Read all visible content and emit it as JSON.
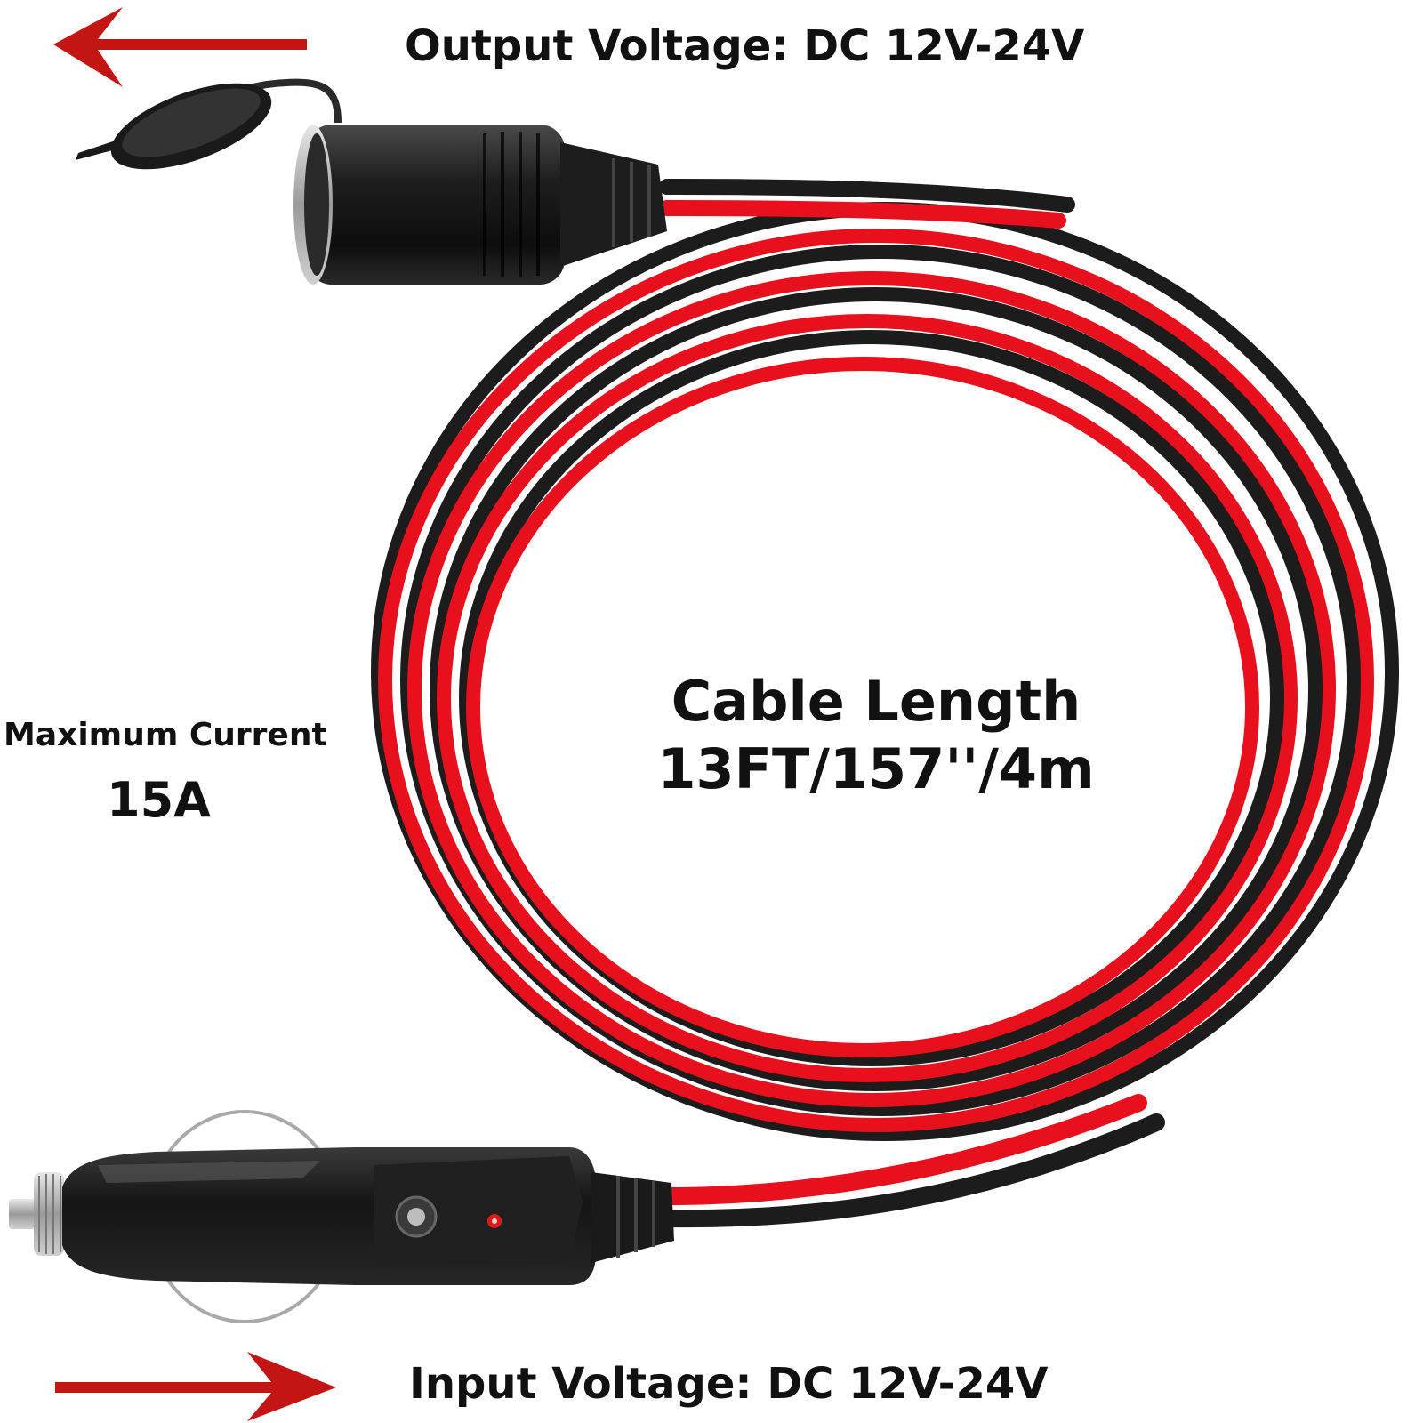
{
  "labels": {
    "output_voltage": "Output Voltage: DC 12V-24V",
    "input_voltage": "Input Voltage: DC 12V-24V",
    "max_current_title": "Maximum Current",
    "max_current_value": "15A",
    "cable_length_title": "Cable Length",
    "cable_length_value": "13FT/157''/4m"
  },
  "colors": {
    "arrow": "#c41515",
    "wire_red": "#e8101d",
    "wire_black": "#1c1c1c",
    "plug_body": "#1a1a1a",
    "text": "#111111"
  },
  "icons": {
    "output_arrow": "arrow-left-icon",
    "input_arrow": "arrow-right-icon",
    "socket": "cigarette-socket-icon",
    "plug": "cigarette-plug-icon"
  }
}
